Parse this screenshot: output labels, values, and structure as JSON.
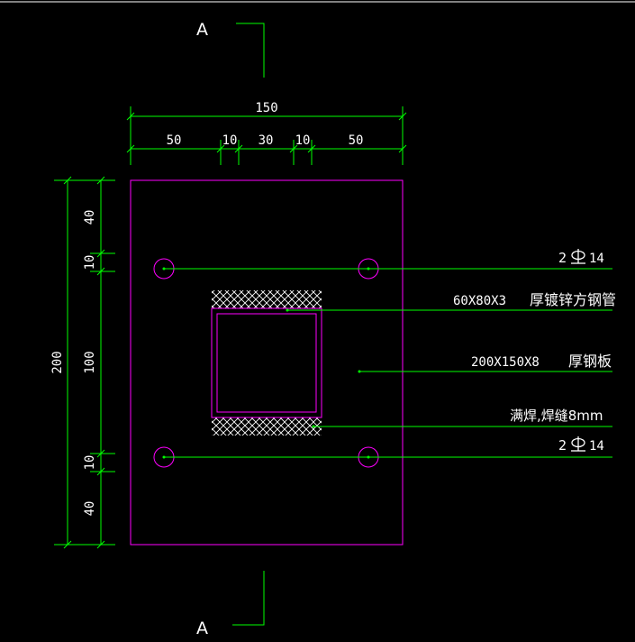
{
  "section_labels": {
    "top": "A",
    "bottom": "A"
  },
  "dimensions": {
    "top_total": "150",
    "top_segments": [
      "50",
      "10",
      "30",
      "10",
      "50"
    ],
    "left_total": "200",
    "left_segments": [
      "40",
      "10",
      "100",
      "10",
      "40"
    ]
  },
  "callouts": {
    "bolt_top_qty": "2",
    "bolt_top_size": "14",
    "tube_spec": "60X80X3",
    "tube_name": "厚镀锌方钢管",
    "plate_spec": "200X150X8",
    "plate_name": "厚钢板",
    "weld_note": "满焊,焊缝8mm",
    "bolt_bottom_qty": "2",
    "bolt_bottom_size": "14"
  },
  "colors": {
    "background": "#000000",
    "dimension_lines": "#00ff00",
    "plate_outline": "#ff00ff",
    "text": "#ffffff"
  }
}
